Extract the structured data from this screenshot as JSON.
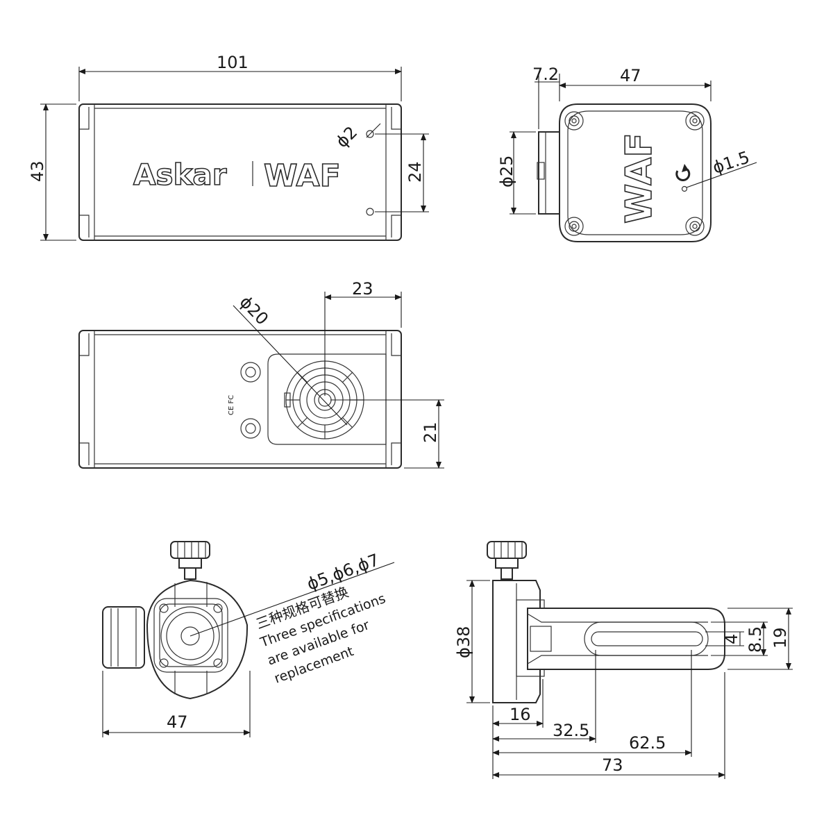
{
  "drawing": {
    "top_view": {
      "length": "101",
      "height": "43",
      "hole_dia": "ϕ2",
      "hole_spacing": "24",
      "brand": "Askar",
      "model": "WAF"
    },
    "end_view": {
      "offset": "7.2",
      "width": "47",
      "boss_dia": "ϕ25",
      "hole_dia": "ϕ1.5",
      "label": "WAF"
    },
    "bottom_view": {
      "offset": "23",
      "port_dia": "ϕ20",
      "port_height": "21",
      "cert_marks": "CE FC"
    },
    "clamp_front": {
      "bore_options": "ϕ5,ϕ6,ϕ7",
      "note_cn": "三种规格可替换",
      "note_en_1": "Three specifications",
      "note_en_2": "are available for",
      "note_en_3": "replacement",
      "width": "47"
    },
    "clamp_side": {
      "dia": "ϕ38",
      "slot_width": "4",
      "slot_outer": "8.5",
      "arm_height": "19",
      "d1": "16",
      "d2": "32.5",
      "d3": "62.5",
      "d4": "73"
    }
  }
}
